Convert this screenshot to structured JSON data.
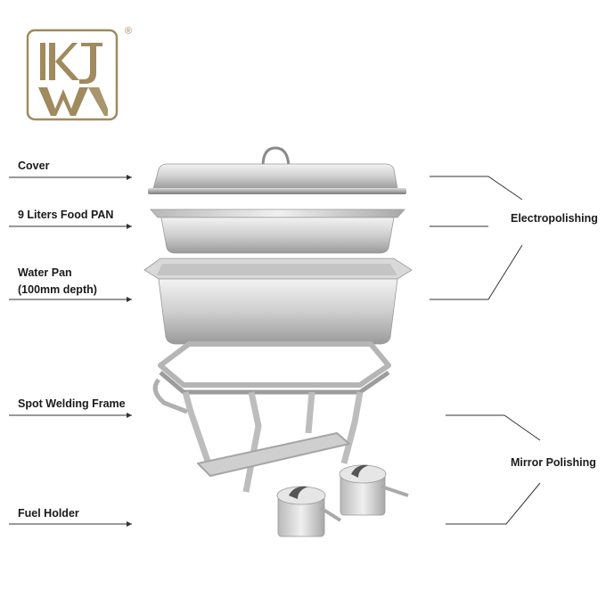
{
  "brand": {
    "logo_text": "KJ",
    "registered_mark": "®",
    "gold": "#a08a5e"
  },
  "parts": [
    {
      "id": "cover",
      "label": "Cover"
    },
    {
      "id": "food-pan",
      "label": "9 Liters Food PAN"
    },
    {
      "id": "water-pan",
      "label_line1": "Water Pan",
      "label_line2": "(100mm depth)"
    },
    {
      "id": "frame",
      "label": "Spot Welding Frame"
    },
    {
      "id": "fuel-holder",
      "label": "Fuel Holder"
    }
  ],
  "finishes": {
    "electropolishing": "Electropolishing",
    "mirror_polishing": "Mirror Polishing"
  },
  "colors": {
    "line": "#333333",
    "steel_light": "#e9e9e9",
    "steel_dark": "#8f8f8f"
  }
}
